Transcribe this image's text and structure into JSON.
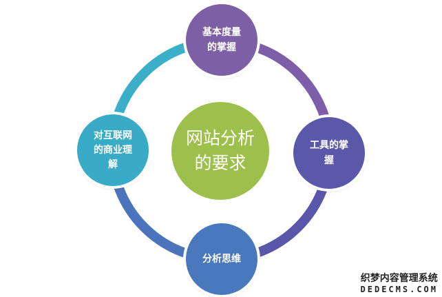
{
  "center": {
    "line1": "网站分析",
    "line2": "的要求",
    "color": "#9cc04b"
  },
  "nodes": {
    "top": {
      "line1": "基本度量",
      "line2": "的掌握",
      "color": "#7d5fa6"
    },
    "right": {
      "line1": "工具的掌",
      "line2": "握",
      "color": "#5b57a9"
    },
    "bottom": {
      "line1": "分析思维",
      "color": "#4a78bd"
    },
    "left": {
      "line1": "对互联网",
      "line2": "的商业理",
      "line3": "解",
      "color": "#3aabc6"
    }
  },
  "watermark": {
    "line1": "织梦内容管理系统",
    "line2": "DEDECMS.COM"
  }
}
